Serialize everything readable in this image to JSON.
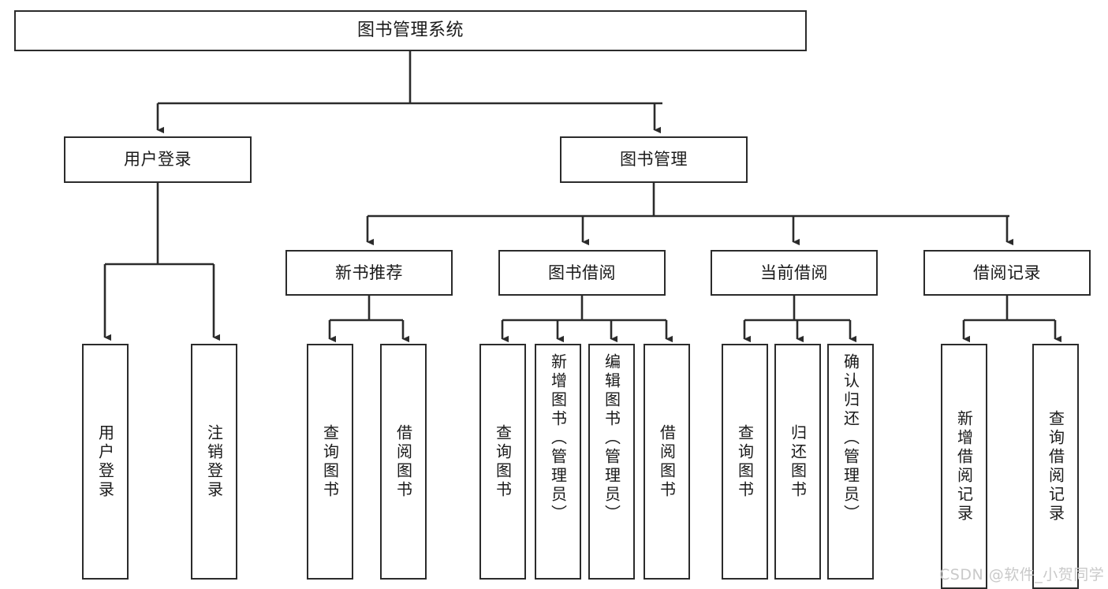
{
  "diagram": {
    "type": "tree",
    "title": "图书管理系统",
    "orientation": "top-down",
    "colors": {
      "node_border": "#2b2b2b",
      "node_fill": "#ffffff",
      "edge": "#2b2b2b",
      "background": "#ffffff",
      "watermark": "#c9c9c9"
    }
  },
  "nodes": {
    "root": {
      "label": "图书管理系统",
      "level": 0
    },
    "l1": [
      {
        "id": "user_login",
        "label": "用户登录",
        "level": 1
      },
      {
        "id": "book_mgmt",
        "label": "图书管理",
        "level": 1
      }
    ],
    "l2": [
      {
        "id": "new_book_rec",
        "label": "新书推荐",
        "level": 2,
        "parent": "book_mgmt"
      },
      {
        "id": "book_borrow",
        "label": "图书借阅",
        "level": 2,
        "parent": "book_mgmt"
      },
      {
        "id": "current_borrow",
        "label": "当前借阅",
        "level": 2,
        "parent": "book_mgmt"
      },
      {
        "id": "borrow_record",
        "label": "借阅记录",
        "level": 2,
        "parent": "book_mgmt"
      }
    ],
    "leaves": [
      {
        "id": "leaf_user_login",
        "label": "用户登录",
        "parent": "user_login",
        "vertical": true
      },
      {
        "id": "leaf_user_logout",
        "label": "注销登录",
        "parent": "user_login",
        "vertical": true
      },
      {
        "id": "leaf_query_book_1",
        "label": "查询图书",
        "parent": "new_book_rec",
        "vertical": true
      },
      {
        "id": "leaf_borrow_book_1",
        "label": "借阅图书",
        "parent": "new_book_rec",
        "vertical": true
      },
      {
        "id": "leaf_query_book_2",
        "label": "查询图书",
        "parent": "book_borrow",
        "vertical": true
      },
      {
        "id": "leaf_add_book",
        "label": "新增图书（管理员）",
        "parent": "book_borrow",
        "vertical": true
      },
      {
        "id": "leaf_edit_book",
        "label": "编辑图书（管理员）",
        "parent": "book_borrow",
        "vertical": true
      },
      {
        "id": "leaf_borrow_book_2",
        "label": "借阅图书",
        "parent": "book_borrow",
        "vertical": true
      },
      {
        "id": "leaf_query_book_3",
        "label": "查询图书",
        "parent": "current_borrow",
        "vertical": true
      },
      {
        "id": "leaf_return_book",
        "label": "归还图书",
        "parent": "current_borrow",
        "vertical": true
      },
      {
        "id": "leaf_confirm_ret",
        "label": "确认归还（管理员）",
        "parent": "current_borrow",
        "vertical": true
      },
      {
        "id": "leaf_add_record",
        "label": "新增借阅记录",
        "parent": "borrow_record",
        "vertical": true
      },
      {
        "id": "leaf_query_record",
        "label": "查询借阅记录",
        "parent": "borrow_record",
        "vertical": true
      }
    ]
  },
  "watermark": {
    "text": "CSDN @软件_小贺同学"
  }
}
